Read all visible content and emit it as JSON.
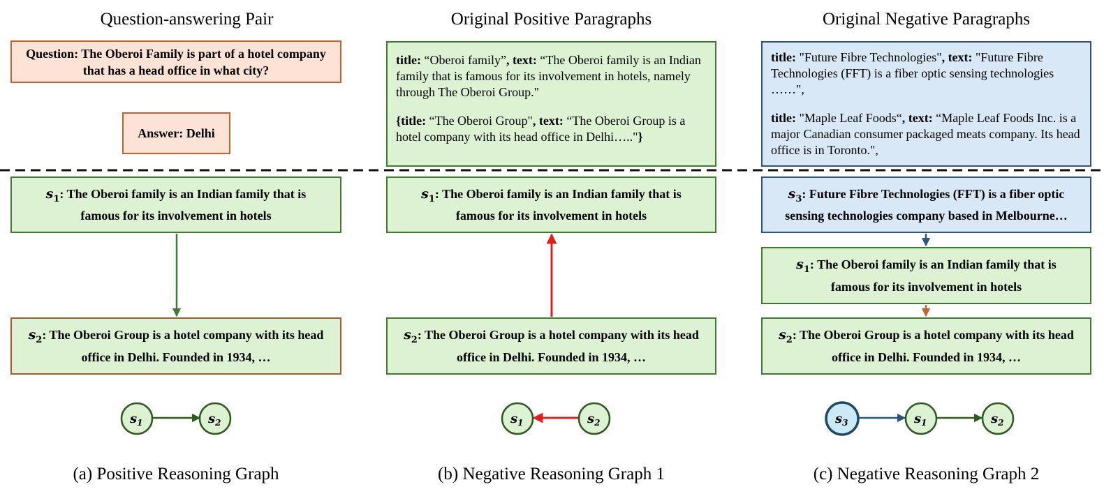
{
  "headers": {
    "qa": "Question-answering Pair",
    "positive": "Original Positive Paragraphs",
    "negative": "Original Negative Paragraphs"
  },
  "qa": {
    "question": "Question: The Oberoi Family is part of a hotel company that has a head office in what city?",
    "answer": "Answer: Delhi"
  },
  "positive_paragraphs": {
    "p1_title_key": "title:",
    "p1_title": " “Oberoi family”",
    "p1_text_key": ", text:",
    "p1_text": " “The Oberoi family is an Indian family that is famous for its involvement in hotels, namely through The Oberoi Group.\"",
    "p2_open": "{title:",
    "p2_title": " “The Oberoi Group\"",
    "p2_text_key": ", text:",
    "p2_text": " “The Oberoi Group is a hotel company with its head office in Delhi…..\"",
    "p2_close": "}"
  },
  "negative_paragraphs": {
    "p1_title_key": "title:",
    "p1_title": " \"Future Fibre Technologies\"",
    "p1_text_key": ", text:",
    "p1_text": " \"Future Fibre Technologies (FFT) is a fiber optic sensing technologies ……\",",
    "p2_title_key": "title:",
    "p2_title": " \"Maple Leaf Foods“",
    "p2_text_key": ", text:",
    "p2_text": " “Maple Leaf Foods Inc. is a major Canadian consumer packaged meats company. Its head office is in Toronto.\","
  },
  "sentences": {
    "s1": "The Oberoi family is an Indian family that is famous for its involvement in hotels",
    "s2": "The Oberoi Group is a hotel company with its head office in Delhi. Founded in 1934, …",
    "s3": "Future Fibre Technologies (FFT) is a fiber optic sensing technologies company based in Melbourne…"
  },
  "symbols": {
    "s": "s",
    "sub1": "1",
    "sub2": "2",
    "sub3": "3",
    "colon": ": "
  },
  "captions": {
    "a": "(a) Positive Reasoning Graph",
    "b": "(b) Negative Reasoning Graph 1",
    "c": "(c) Negative Reasoning Graph 2"
  },
  "colors": {
    "green_fill": "#dcf2d3",
    "green_border": "#3e7d2f",
    "blue_fill": "#d9e8f6",
    "blue_border": "#2f5678",
    "salmon_fill": "#fde3d6",
    "orange_border": "#c4612f",
    "red_arrow": "#e02020",
    "node_blue_fill": "#cbe9f7"
  }
}
